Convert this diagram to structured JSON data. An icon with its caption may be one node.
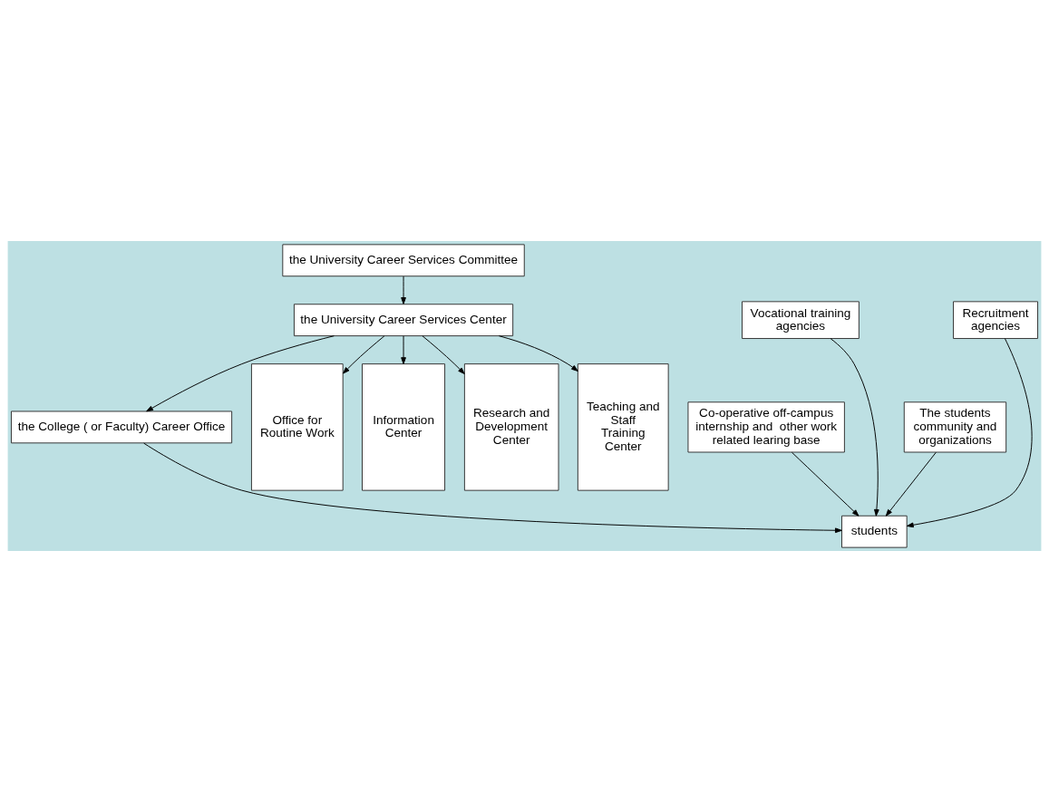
{
  "diagram": {
    "nodes": [
      {
        "text": [
          "the University Career Services Committee"
        ]
      },
      {
        "text": [
          "the University Career Services Center"
        ]
      },
      {
        "text": [
          "the College ( or Faculty) Career Office"
        ]
      },
      {
        "text": [
          "Vocational training agencies"
        ]
      },
      {
        "text": [
          "Recruitment agencies"
        ]
      },
      {
        "text": [
          "Co-operative off-campus internship and  other work related learing base"
        ]
      },
      {
        "text": [
          "The students community and organizations"
        ]
      },
      {
        "text": [
          "students"
        ]
      },
      {
        "text": [
          "Office for Routine Work"
        ]
      },
      {
        "text": [
          "Information Center"
        ]
      },
      {
        "text": [
          "Research and Development Center"
        ]
      },
      {
        "text": [
          "Teaching and Staff Training Center"
        ]
      }
    ],
    "edges": [
      {
        "from": 0,
        "to": 1,
        "arrow": "to"
      },
      {
        "from": 1,
        "to": 2,
        "arrow": "to"
      },
      {
        "from": 1,
        "to": 8,
        "arrow": "to"
      },
      {
        "from": 1,
        "to": 9,
        "arrow": "to"
      },
      {
        "from": 1,
        "to": 10,
        "arrow": "to"
      },
      {
        "from": 1,
        "to": 11,
        "arrow": "to"
      },
      {
        "from": 2,
        "to": 7,
        "arrow": "to"
      },
      {
        "from": 3,
        "to": 7,
        "arrow": "to"
      },
      {
        "from": 4,
        "to": 7,
        "arrow": "to"
      },
      {
        "from": 5,
        "to": 7,
        "arrow": "to"
      },
      {
        "from": 6,
        "to": 7,
        "arrow": "to"
      }
    ]
  }
}
